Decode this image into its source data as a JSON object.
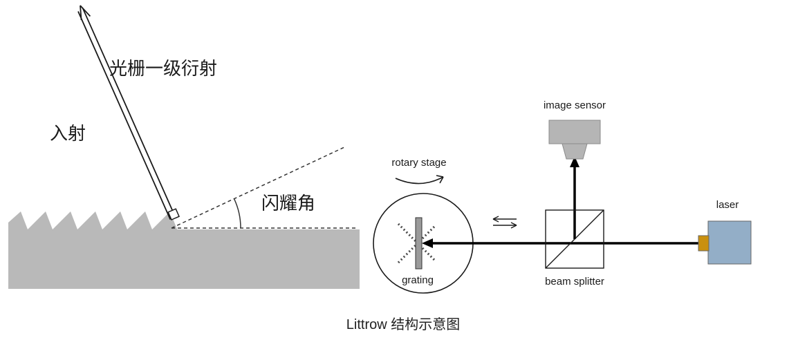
{
  "diagram": {
    "left": {
      "diffraction_label": "光栅一级衍射",
      "incidence_label": "入射",
      "blaze_angle_label": "闪耀角"
    },
    "right": {
      "rotary_stage_label": "rotary stage",
      "grating_label": "grating",
      "beam_splitter_label": "beam splitter",
      "image_sensor_label": "image sensor",
      "laser_label": "laser"
    },
    "caption": "Littrow 结构示意图",
    "colors": {
      "grating_fill": "#b9b9b9",
      "sensor_fill": "#b5b5b5",
      "laser_fill": "#93aec7",
      "laser_aperture_fill": "#c9900f",
      "beam_color": "#000000",
      "dotted_beam_color": "#4a4a4a"
    }
  }
}
